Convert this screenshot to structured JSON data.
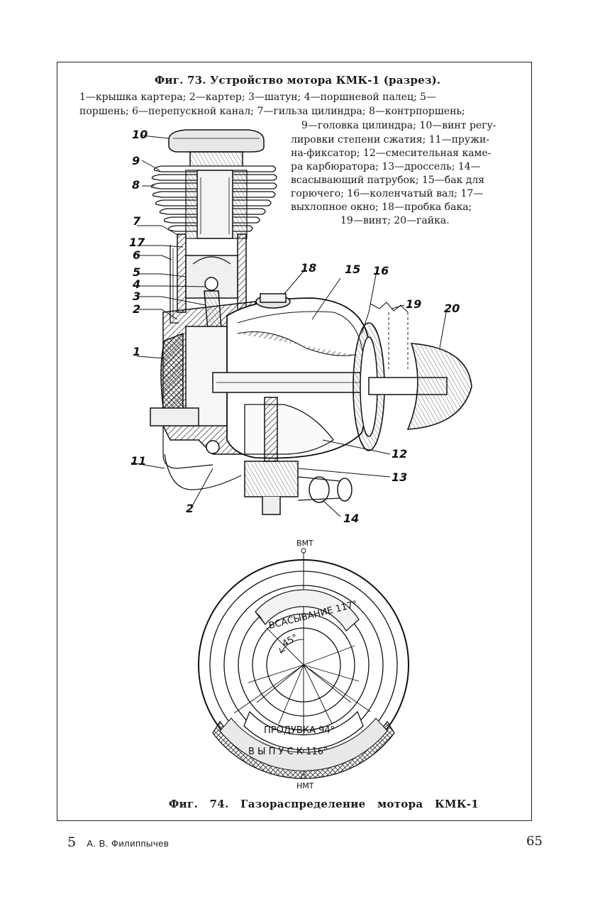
{
  "figure73": {
    "title": "Фиг. 73. Устройство мотора КМК-1 (разрез).",
    "legend_lines": [
      "1—крышка картера; 2—картер; 3—шатун; 4—поршневой палец; 5—",
      "поршень; 6—перепускной канал; 7—гильза цилиндра; 8—контрпоршень;",
      "9—головка цилиндра; 10—винт регу-",
      "лировки степени сжатия; 11—пружи-",
      "на-фиксатор; 12—смесительная каме-",
      "ра карбюратора; 13—дроссель; 14—",
      "всасывающий патрубок; 15—бак для",
      "горючего; 16—коленчатый вал; 17—",
      "выхлопное окно; 18—пробка бака;",
      "19—винт; 20—гайка."
    ],
    "callouts": [
      "10",
      "9",
      "8",
      "7",
      "17",
      "6",
      "5",
      "4",
      "3",
      "2",
      "1",
      "11",
      "2",
      "18",
      "15",
      "16",
      "19",
      "20",
      "12",
      "13",
      "14"
    ]
  },
  "figure74": {
    "title": "Фиг.   74.   Газораспределение   мотора   КМК-1",
    "top_label": "ВМТ",
    "bottom_label": "НМТ",
    "intake_band": "ВСАСЫВАНИЕ 117°",
    "angle_label": "45°",
    "purge_band": "ПРОДУВКА 94°",
    "exhaust_band": "В Ы П У С К   116°"
  },
  "footer": {
    "signature_number": "5",
    "author": "А. В. Филиппычев",
    "page_number": "65"
  }
}
